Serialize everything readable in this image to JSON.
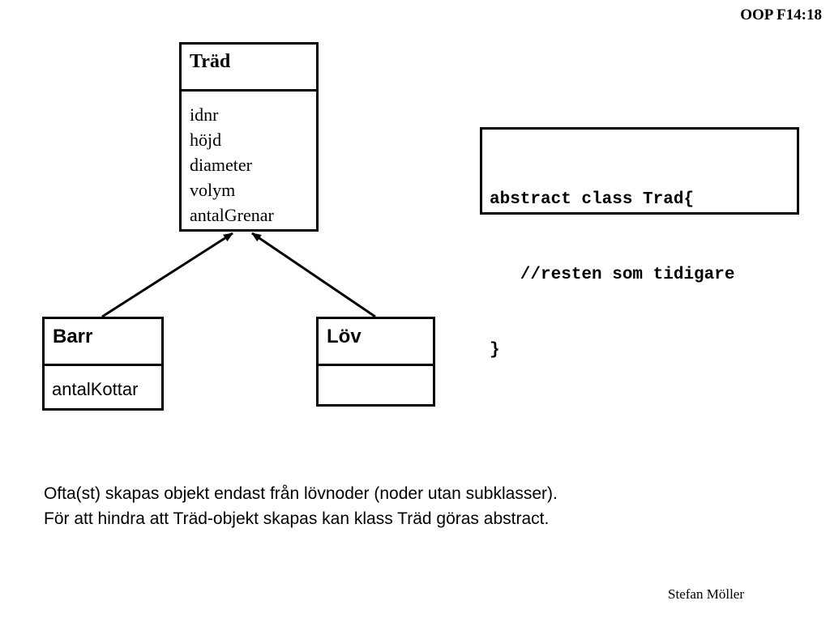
{
  "slide": {
    "label": "OOP F14:18",
    "author": "Stefan Möller"
  },
  "classes": {
    "trad": {
      "name": "Träd",
      "attributes": [
        "idnr",
        "höjd",
        "diameter",
        "volym",
        "antalGrenar"
      ]
    },
    "barr": {
      "name": "Barr",
      "attributes": [
        "antalKottar"
      ]
    },
    "lov": {
      "name": "Löv",
      "attributes": []
    }
  },
  "code": {
    "lines": [
      "abstract class Trad{",
      "   //resten som tidigare",
      "}"
    ]
  },
  "note": {
    "lines": [
      "Ofta(st) skapas objekt endast från lövnoder (noder utan subklasser).",
      "För att hindra att Träd-objekt skapas kan klass Träd göras abstract."
    ]
  }
}
